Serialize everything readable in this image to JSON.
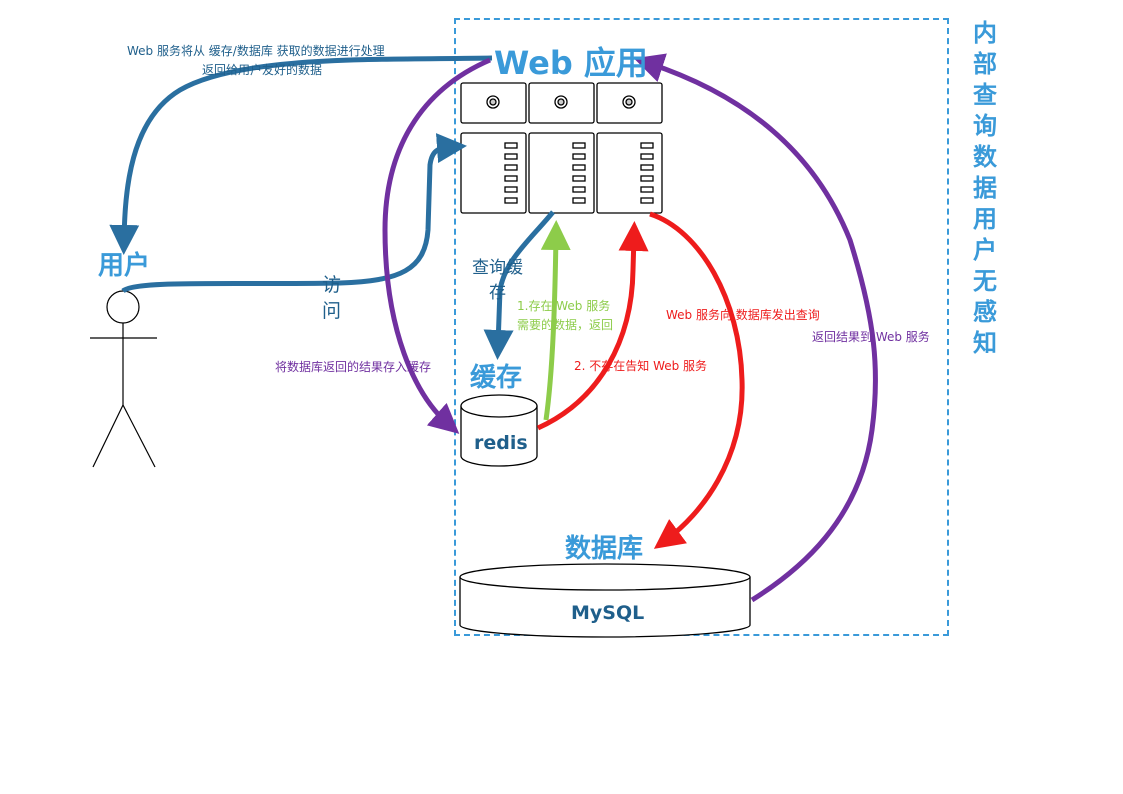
{
  "boundary_title": "内部查询数据用户无感知",
  "nodes": {
    "web_app": "Web 应用",
    "user": "用户",
    "cache": "缓存",
    "redis": "redis",
    "database": "数据库",
    "mysql": "MySQL"
  },
  "labels": {
    "web_return_line1": "Web 服务将从 缓存/数据库 获取的数据进行处理",
    "web_return_line2": "返回给用户友好的数据",
    "visit": "访\n问",
    "query_cache": "查询缓\n存",
    "cache_hit_line1": "1.存在 Web 服务",
    "cache_hit_line2": "需要的数据，返回",
    "cache_miss": "2. 不存在告知 Web 服务",
    "web_query_db": "Web 服务向 数据库发出查询",
    "db_return": "返回结果到 Web 服务",
    "store_cache": "将数据库返回的结果存入缓存"
  },
  "colors": {
    "accent_blue": "#3a9ad9",
    "arrow_blue": "#2a6fa0",
    "arrow_green": "#8dcc4a",
    "arrow_red": "#ee1c1c",
    "arrow_purple": "#7030a0"
  }
}
